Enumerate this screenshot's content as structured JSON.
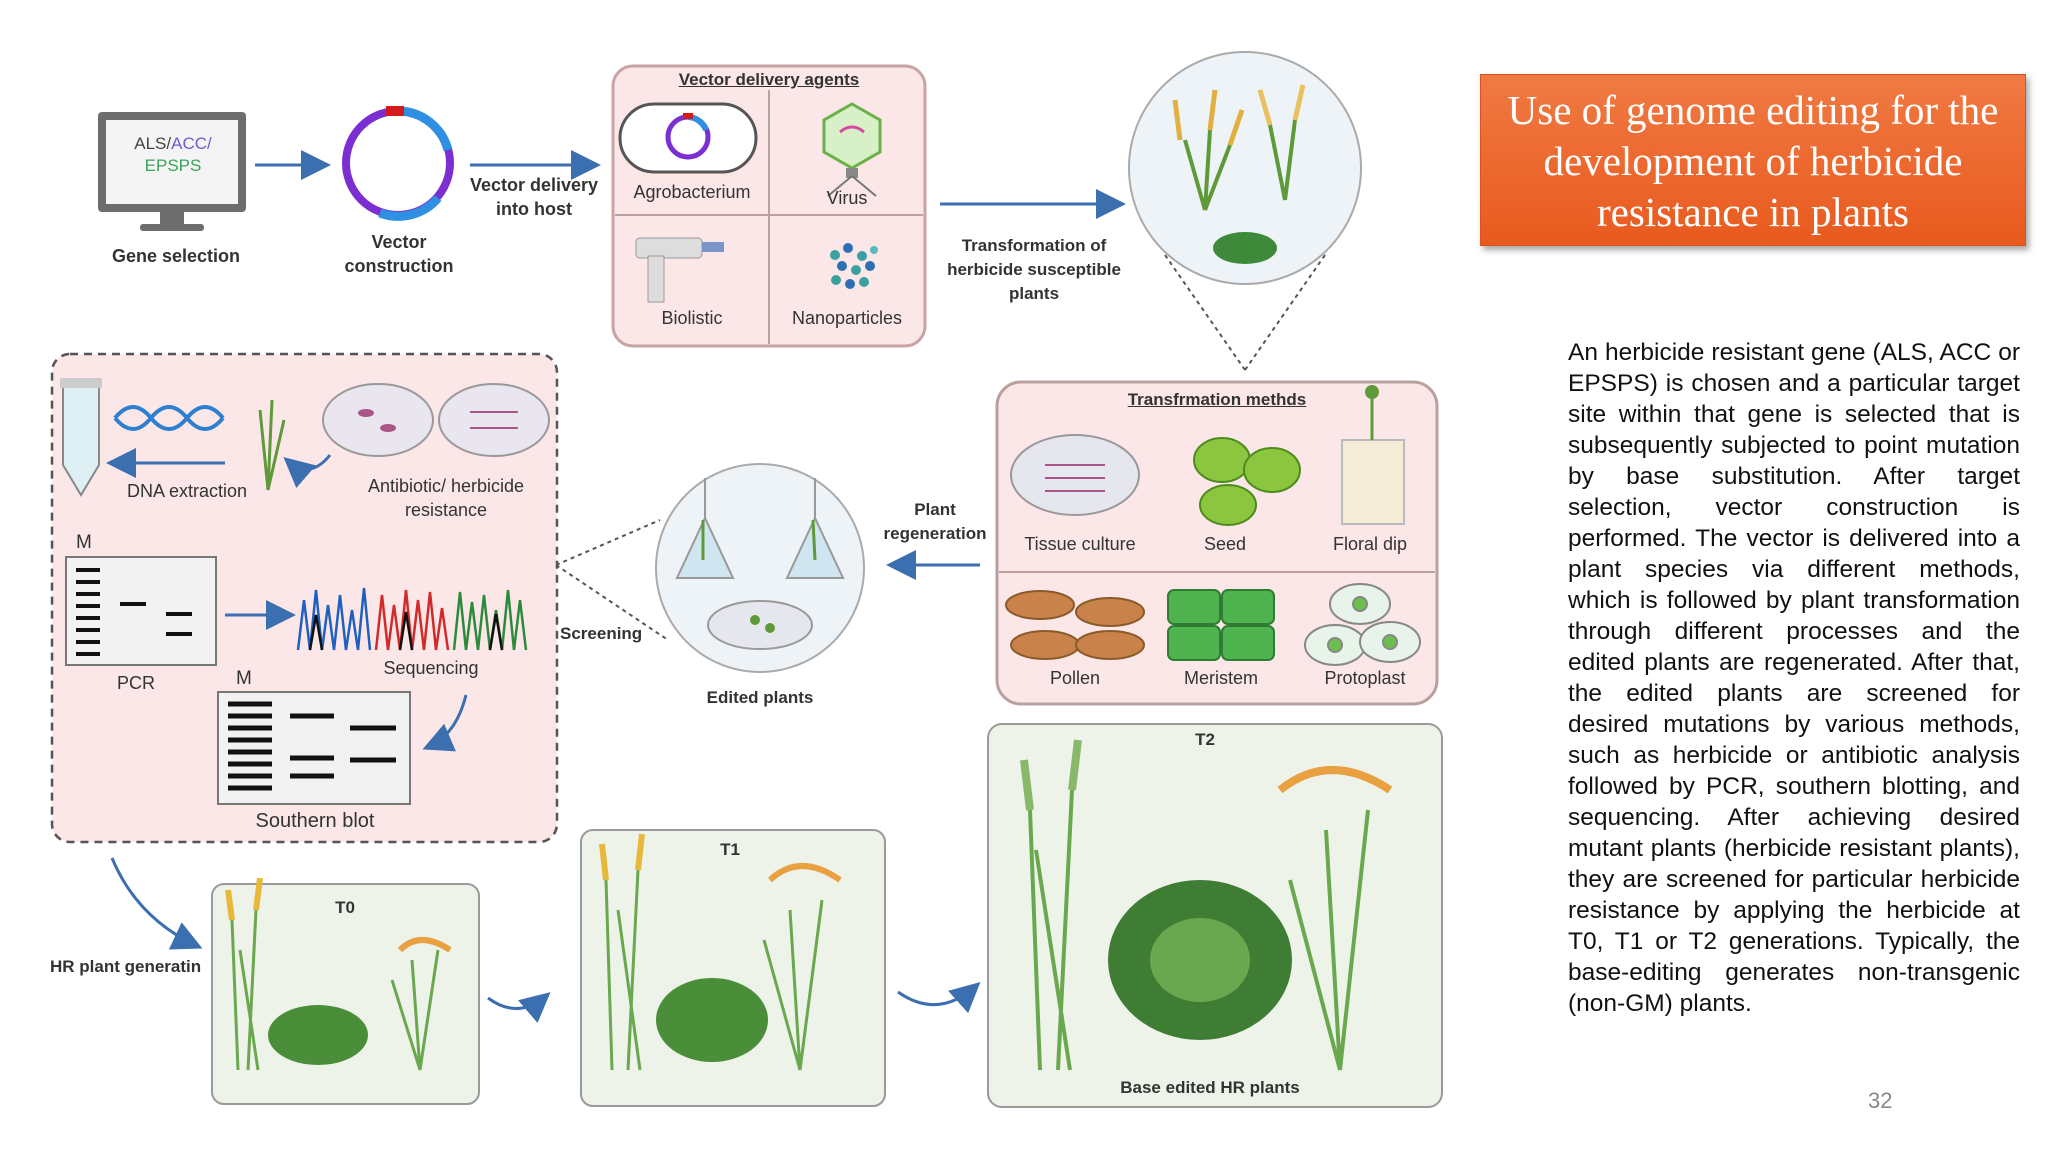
{
  "title": "Use of genome editing for the development of herbicide resistance in plants",
  "description": "An herbicide resistant gene (ALS, ACC or EPSPS) is chosen and a particular target site within that gene is selected that is subsequently subjected to point mutation by base substitution. After target selection, vector construction is performed. The vector is delivered into a plant species via different methods, which is followed by plant transformation through different processes and the edited plants are regenerated. After that, the edited plants are screened for desired mutations by various methods, such as herbicide or antibiotic analysis followed by PCR, southern blotting, and sequencing. After achieving desired mutant plants (herbicide resistant plants), they are screened for particular herbicide resistance by applying the herbicide at T0, T1 or T2 generations. Typically, the base-editing generates non-transgenic (non-GM) plants.",
  "page_number": "32",
  "diagram": {
    "monitor": {
      "als": "ALS/",
      "acc": "ACC/",
      "epsps": "EPSPS"
    },
    "gene_selection": "Gene selection",
    "vector_construction": "Vector construction",
    "vector_delivery_into_host": "Vector delivery into host",
    "vector_delivery_agents": {
      "title": "Vector delivery agents",
      "items": [
        "Agrobacterium",
        "Virus",
        "Biolistic",
        "Nanoparticles"
      ]
    },
    "transformation_label": "Transformation of herbicide susceptible plants",
    "transformation_methods": {
      "title": "Transfrmation methds",
      "items": [
        "Tissue culture",
        "Seed",
        "Floral dip",
        "Pollen",
        "Meristem",
        "Protoplast"
      ]
    },
    "plant_regeneration": "Plant regeneration",
    "edited_plants": "Edited plants",
    "screening": "Screening",
    "screening_box": {
      "dna_extraction": "DNA extraction",
      "antibiotic": "Antibiotic/ herbicide resistance",
      "pcr": "PCR",
      "sequencing": "Sequencing",
      "southern_blot": "Southern blot",
      "marker": "M"
    },
    "hr_plant_generation": "HR plant generatin",
    "t0": "T0",
    "t1": "T1",
    "t2": "T2",
    "base_edited": "Base edited HR plants"
  },
  "colors": {
    "title_bg": "#e96328",
    "pink_box": "#fbe7e7",
    "arrow": "#3b6fb0"
  }
}
